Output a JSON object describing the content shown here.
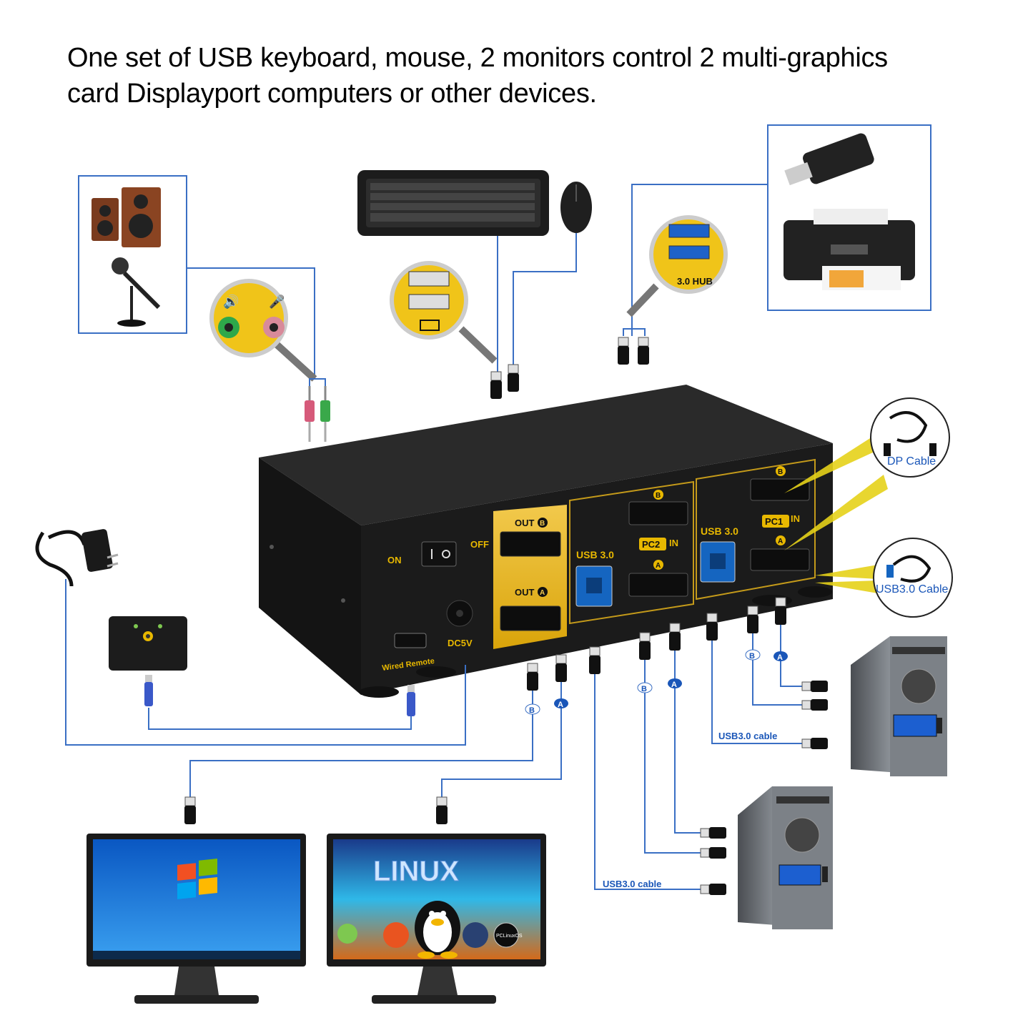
{
  "headline": {
    "line1": "One set of USB keyboard, mouse, 2 monitors control 2 multi-graphics",
    "line2": "card Displayport computers or other devices."
  },
  "kvm": {
    "switch_on": "ON",
    "switch_off": "OFF",
    "power_jack": "DC5V",
    "remote_port": "Wired Remote",
    "out_b": "OUT",
    "out_a": "OUT",
    "port_b": "B",
    "port_a": "A",
    "pc2_label": "PC2",
    "pc1_label": "PC1",
    "in_label": "IN",
    "usb30_pc2": "USB 3.0",
    "usb30_pc1": "USB 3.0"
  },
  "callouts": {
    "hub": "3.0 HUB",
    "dp_cable": "DP Cable",
    "usb30_cable": "USB3.0 Cable"
  },
  "cables": {
    "usb30_cable_pc1": "USB3.0 cable",
    "usb30_cable_pc2": "USB3.0 cable",
    "tag_b": "B",
    "tag_a": "A"
  },
  "monitors": {
    "right_screen_title": "LINUX",
    "distro_badge": "PCLinuxOS"
  },
  "colors": {
    "line_blue": "#3a6fc4",
    "kvm_gold": "#e8b800",
    "kvm_body": "#1a1a1a",
    "usb_blue": "#1565c0",
    "connector_yellow": "#e6d21a"
  }
}
